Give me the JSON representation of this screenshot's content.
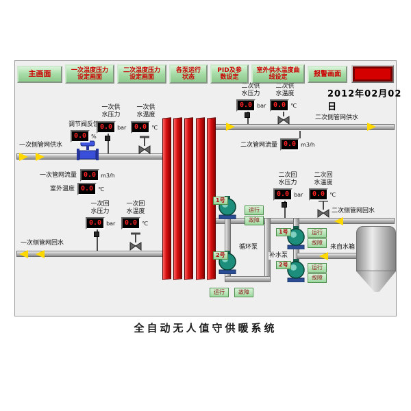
{
  "screen": {
    "date": "2012年02月02日",
    "footer_title": "全自动无人值守供暖系统"
  },
  "toolbar": {
    "buttons": [
      {
        "label": "主画面"
      },
      {
        "label": "一次温度压力设定画面"
      },
      {
        "label": "二次温度压力设定画面"
      },
      {
        "label": "各泵运行状态"
      },
      {
        "label": "PID及参数设定"
      },
      {
        "label": "室外供水温度曲线设定"
      },
      {
        "label": "报警画面"
      }
    ],
    "alarm_indicator_color": "#d40000"
  },
  "pipes": {
    "primary_supply": "一次侧管网供水",
    "primary_return": "一次侧管网回水",
    "secondary_supply": "二次侧管网供水",
    "secondary_return": "二次侧管网回水",
    "from_tank": "来自水箱"
  },
  "meters": {
    "valve_feedback": {
      "label": "调节阀反馈",
      "value": "0.0",
      "unit": "%"
    },
    "primary_supply_pressure": {
      "label": "一次供水压力",
      "value": "0.0",
      "unit": "bar"
    },
    "primary_supply_temp": {
      "label": "一次供水温度",
      "value": "0.0",
      "unit": "℃"
    },
    "secondary_supply_pressure": {
      "label": "二次供水压力",
      "value": "0.0",
      "unit": "bar"
    },
    "secondary_supply_temp": {
      "label": "二次供水温度",
      "value": "0.0",
      "unit": "℃"
    },
    "secondary_flow": {
      "label": "二次管网流量",
      "value": "0.0",
      "unit": "m3/h"
    },
    "primary_flow": {
      "label": "一次管网流量",
      "value": "0.0",
      "unit": "m3/h"
    },
    "outdoor_temp": {
      "label": "室外温度",
      "value": "0.0",
      "unit": "℃"
    },
    "primary_return_pressure": {
      "label": "一次回水压力",
      "value": "0.0",
      "unit": "bar"
    },
    "primary_return_temp": {
      "label": "一次回水温度",
      "value": "0.0",
      "unit": "℃"
    },
    "secondary_return_pressure": {
      "label": "二次回水压力",
      "value": "0.0",
      "unit": "bar"
    },
    "secondary_return_temp": {
      "label": "二次回水温度",
      "value": "0.0",
      "unit": "℃"
    }
  },
  "pumps": {
    "circulation": {
      "group_label": "循环泵",
      "pump1": {
        "id": "1号",
        "run": "运行",
        "fault": "故障"
      },
      "pump2": {
        "id": "2号",
        "run": "运行",
        "fault": "故障"
      }
    },
    "makeup": {
      "group_label": "补水泵",
      "pump1": {
        "id": "1号",
        "run": "运行",
        "fault": "故障"
      },
      "pump2": {
        "id": "2号",
        "run": "运行",
        "fault": "故障"
      }
    }
  },
  "colors": {
    "exchanger_red": "#d81010",
    "button_text": "#cc0000",
    "lcd_digit": "#ff2222",
    "arrow_yellow": "#ffd800"
  }
}
